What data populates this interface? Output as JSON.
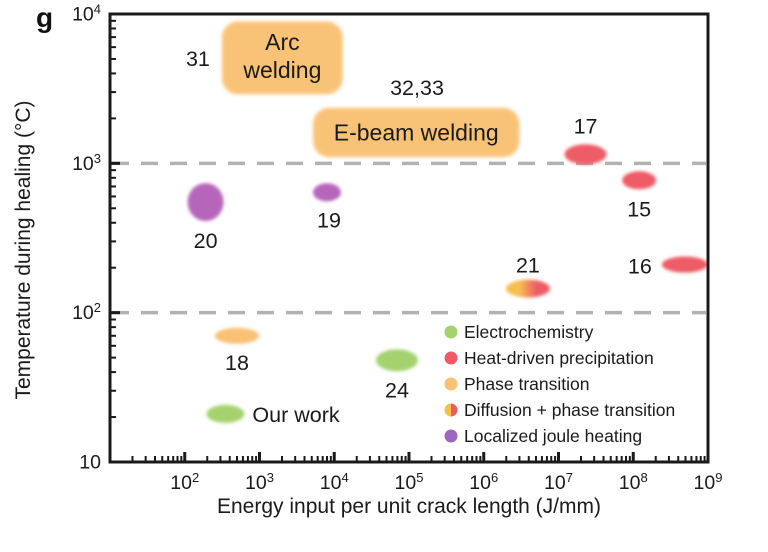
{
  "panel_label": "g",
  "chart_data": {
    "type": "scatter",
    "title": "",
    "xlabel": "Energy input per unit crack length (J/mm)",
    "ylabel": "Temperature during healing (°C)",
    "x_scale": "log",
    "y_scale": "log",
    "xlim": [
      10,
      1000000000
    ],
    "ylim": [
      10,
      10000
    ],
    "grid": "dashed horizontal lines at 100 and 1000",
    "dashed_gridlines_y": [
      100,
      1000
    ],
    "x_ticks": [
      {
        "value": 100,
        "base": "10",
        "sup": "2"
      },
      {
        "value": 1000,
        "base": "10",
        "sup": "3"
      },
      {
        "value": 10000,
        "base": "10",
        "sup": "4"
      },
      {
        "value": 100000,
        "base": "10",
        "sup": "5"
      },
      {
        "value": 1000000,
        "base": "10",
        "sup": "6"
      },
      {
        "value": 10000000,
        "base": "10",
        "sup": "7"
      },
      {
        "value": 100000000,
        "base": "10",
        "sup": "8"
      },
      {
        "value": 1000000000,
        "base": "10",
        "sup": "9"
      }
    ],
    "y_ticks": [
      {
        "value": 10000,
        "base": "10",
        "sup": "4"
      },
      {
        "value": 1000,
        "base": "10",
        "sup": "3"
      },
      {
        "value": 100,
        "base": "10",
        "sup": "2"
      },
      {
        "value": 10,
        "base": "10",
        "sup": ""
      }
    ],
    "regions": [
      {
        "label": "Arc welding",
        "label_lines": [
          "Arc",
          "welding"
        ],
        "x_range": [
          315,
          13000
        ],
        "y_range": [
          2900,
          8900
        ]
      },
      {
        "label": "E-beam welding",
        "label_lines": [
          "E-beam welding"
        ],
        "x_range": [
          5200,
          3000000
        ],
        "y_range": [
          1100,
          2350
        ]
      }
    ],
    "ref_labels": [
      {
        "text": "31",
        "x": 150,
        "y": 4500
      },
      {
        "text": "32,33",
        "x": 128000,
        "y": 2870
      }
    ],
    "points": [
      {
        "label": "20",
        "category": "joule",
        "x": 190,
        "y": 550,
        "rx": 18,
        "ry": 19,
        "label_dx": 0,
        "label_dy": 46,
        "label_anchor": "middle"
      },
      {
        "label": "19",
        "category": "joule",
        "x": 8000,
        "y": 640,
        "rx": 14,
        "ry": 9,
        "label_dx": 2,
        "label_dy": 35,
        "label_anchor": "middle"
      },
      {
        "label": "17",
        "category": "heat",
        "x": 23000000,
        "y": 1150,
        "rx": 21,
        "ry": 10,
        "label_dx": 0,
        "label_dy": -21,
        "label_anchor": "middle"
      },
      {
        "label": "15",
        "category": "heat",
        "x": 120000000,
        "y": 770,
        "rx": 17,
        "ry": 9,
        "label_dx": 0,
        "label_dy": 36,
        "label_anchor": "middle"
      },
      {
        "label": "16",
        "category": "heat",
        "x": 490000000,
        "y": 210,
        "rx": 23,
        "ry": 8,
        "label_dx": -33,
        "label_dy": 9,
        "label_anchor": "end"
      },
      {
        "label": "21",
        "category": "diffusion",
        "x": 3900000,
        "y": 145,
        "rx": 22,
        "ry": 9,
        "label_dx": 0,
        "label_dy": -16,
        "label_anchor": "middle"
      },
      {
        "label": "18",
        "category": "phase",
        "x": 500,
        "y": 70,
        "rx": 22,
        "ry": 8,
        "label_dx": 0,
        "label_dy": 34,
        "label_anchor": "middle"
      },
      {
        "label": "24",
        "category": "electro",
        "x": 69000,
        "y": 48,
        "rx": 21,
        "ry": 11,
        "label_dx": 0,
        "label_dy": 37,
        "label_anchor": "middle"
      },
      {
        "label": "Our work",
        "category": "electro",
        "x": 350,
        "y": 21,
        "rx": 19,
        "ry": 9,
        "label_dx": 27,
        "label_dy": 8,
        "label_anchor": "start"
      }
    ],
    "legend": {
      "position": "lower right",
      "items": [
        {
          "label": "Electrochemistry",
          "category": "electro"
        },
        {
          "label": "Heat-driven precipitation",
          "category": "heat"
        },
        {
          "label": "Phase transition",
          "category": "phase"
        },
        {
          "label": "Diffusion + phase transition",
          "category": "diffusion"
        },
        {
          "label": "Localized joule heating",
          "category": "joule_legend"
        }
      ]
    },
    "colors": {
      "electro": "#a5d26e",
      "heat": "#ee5b66",
      "phase": "#f9c173",
      "diffusion_left": "#f6c04f",
      "diffusion_right": "#ee5b66",
      "joule": "#b666ba",
      "joule_legend": "#9c68bd",
      "region_fill": "#f9c377",
      "gridline": "#b2b2b2",
      "axis": "#1a1a1a"
    }
  }
}
